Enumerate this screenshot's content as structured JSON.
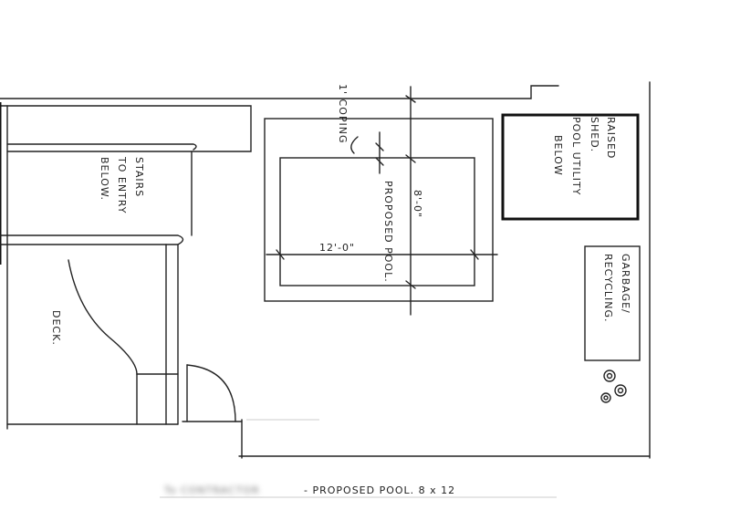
{
  "drawing": {
    "pool_label": "PROPOSED POOL.",
    "pool_width": "8'-0\"",
    "pool_length": "12'-0\"",
    "coping_label": "1' COPING",
    "shed_label": [
      "RAISED",
      "SHED.",
      "POOL UTILITY",
      "BELOW"
    ],
    "garbage_label": [
      "GARBAGE/",
      "RECYCLING."
    ],
    "stairs_label": [
      "STAIRS",
      "TO ENTRY",
      "BELOW."
    ],
    "deck_label": "DECK.",
    "title_blurred": "To CONTRACTOR",
    "title": "- PROPOSED POOL.   8 x 12"
  }
}
